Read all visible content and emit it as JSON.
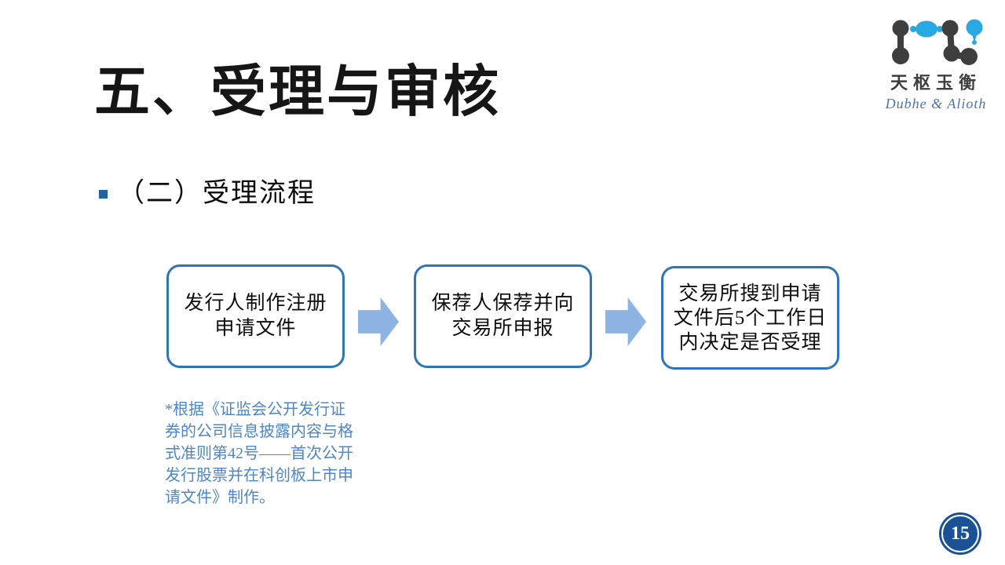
{
  "slide": {
    "title": "五、受理与审核",
    "section_heading": "（二）受理流程",
    "page_number": "15"
  },
  "flowchart": {
    "steps": [
      {
        "label": "发行人制作注册\n申请文件"
      },
      {
        "label": "保荐人保荐并向\n交易所申报"
      },
      {
        "label": "交易所搜到申请\n文件后5个工作日\n内决定是否受理"
      }
    ],
    "arrow_icon": "right-block-arrow"
  },
  "footnote": {
    "text": "*根据《证监会公开发行证\n券的公司信息披露内容与格\n式准则第42号——首次公开\n发行股票并在科创板上市申\n请文件》制作。"
  },
  "logo": {
    "name_cn": "天枢玉衡",
    "name_en": "Dubhe & Alioth"
  },
  "colors": {
    "box_border": "#2E75B6",
    "arrow_fill": "#8EB4E3",
    "footnote_text": "#4E86C6",
    "bullet_marker": "#2062A2",
    "page_badge": "#1B5296",
    "logo_dark": "#3E3E3E",
    "logo_blue": "#29A9E1",
    "logo_en_text": "#4A74AD"
  }
}
